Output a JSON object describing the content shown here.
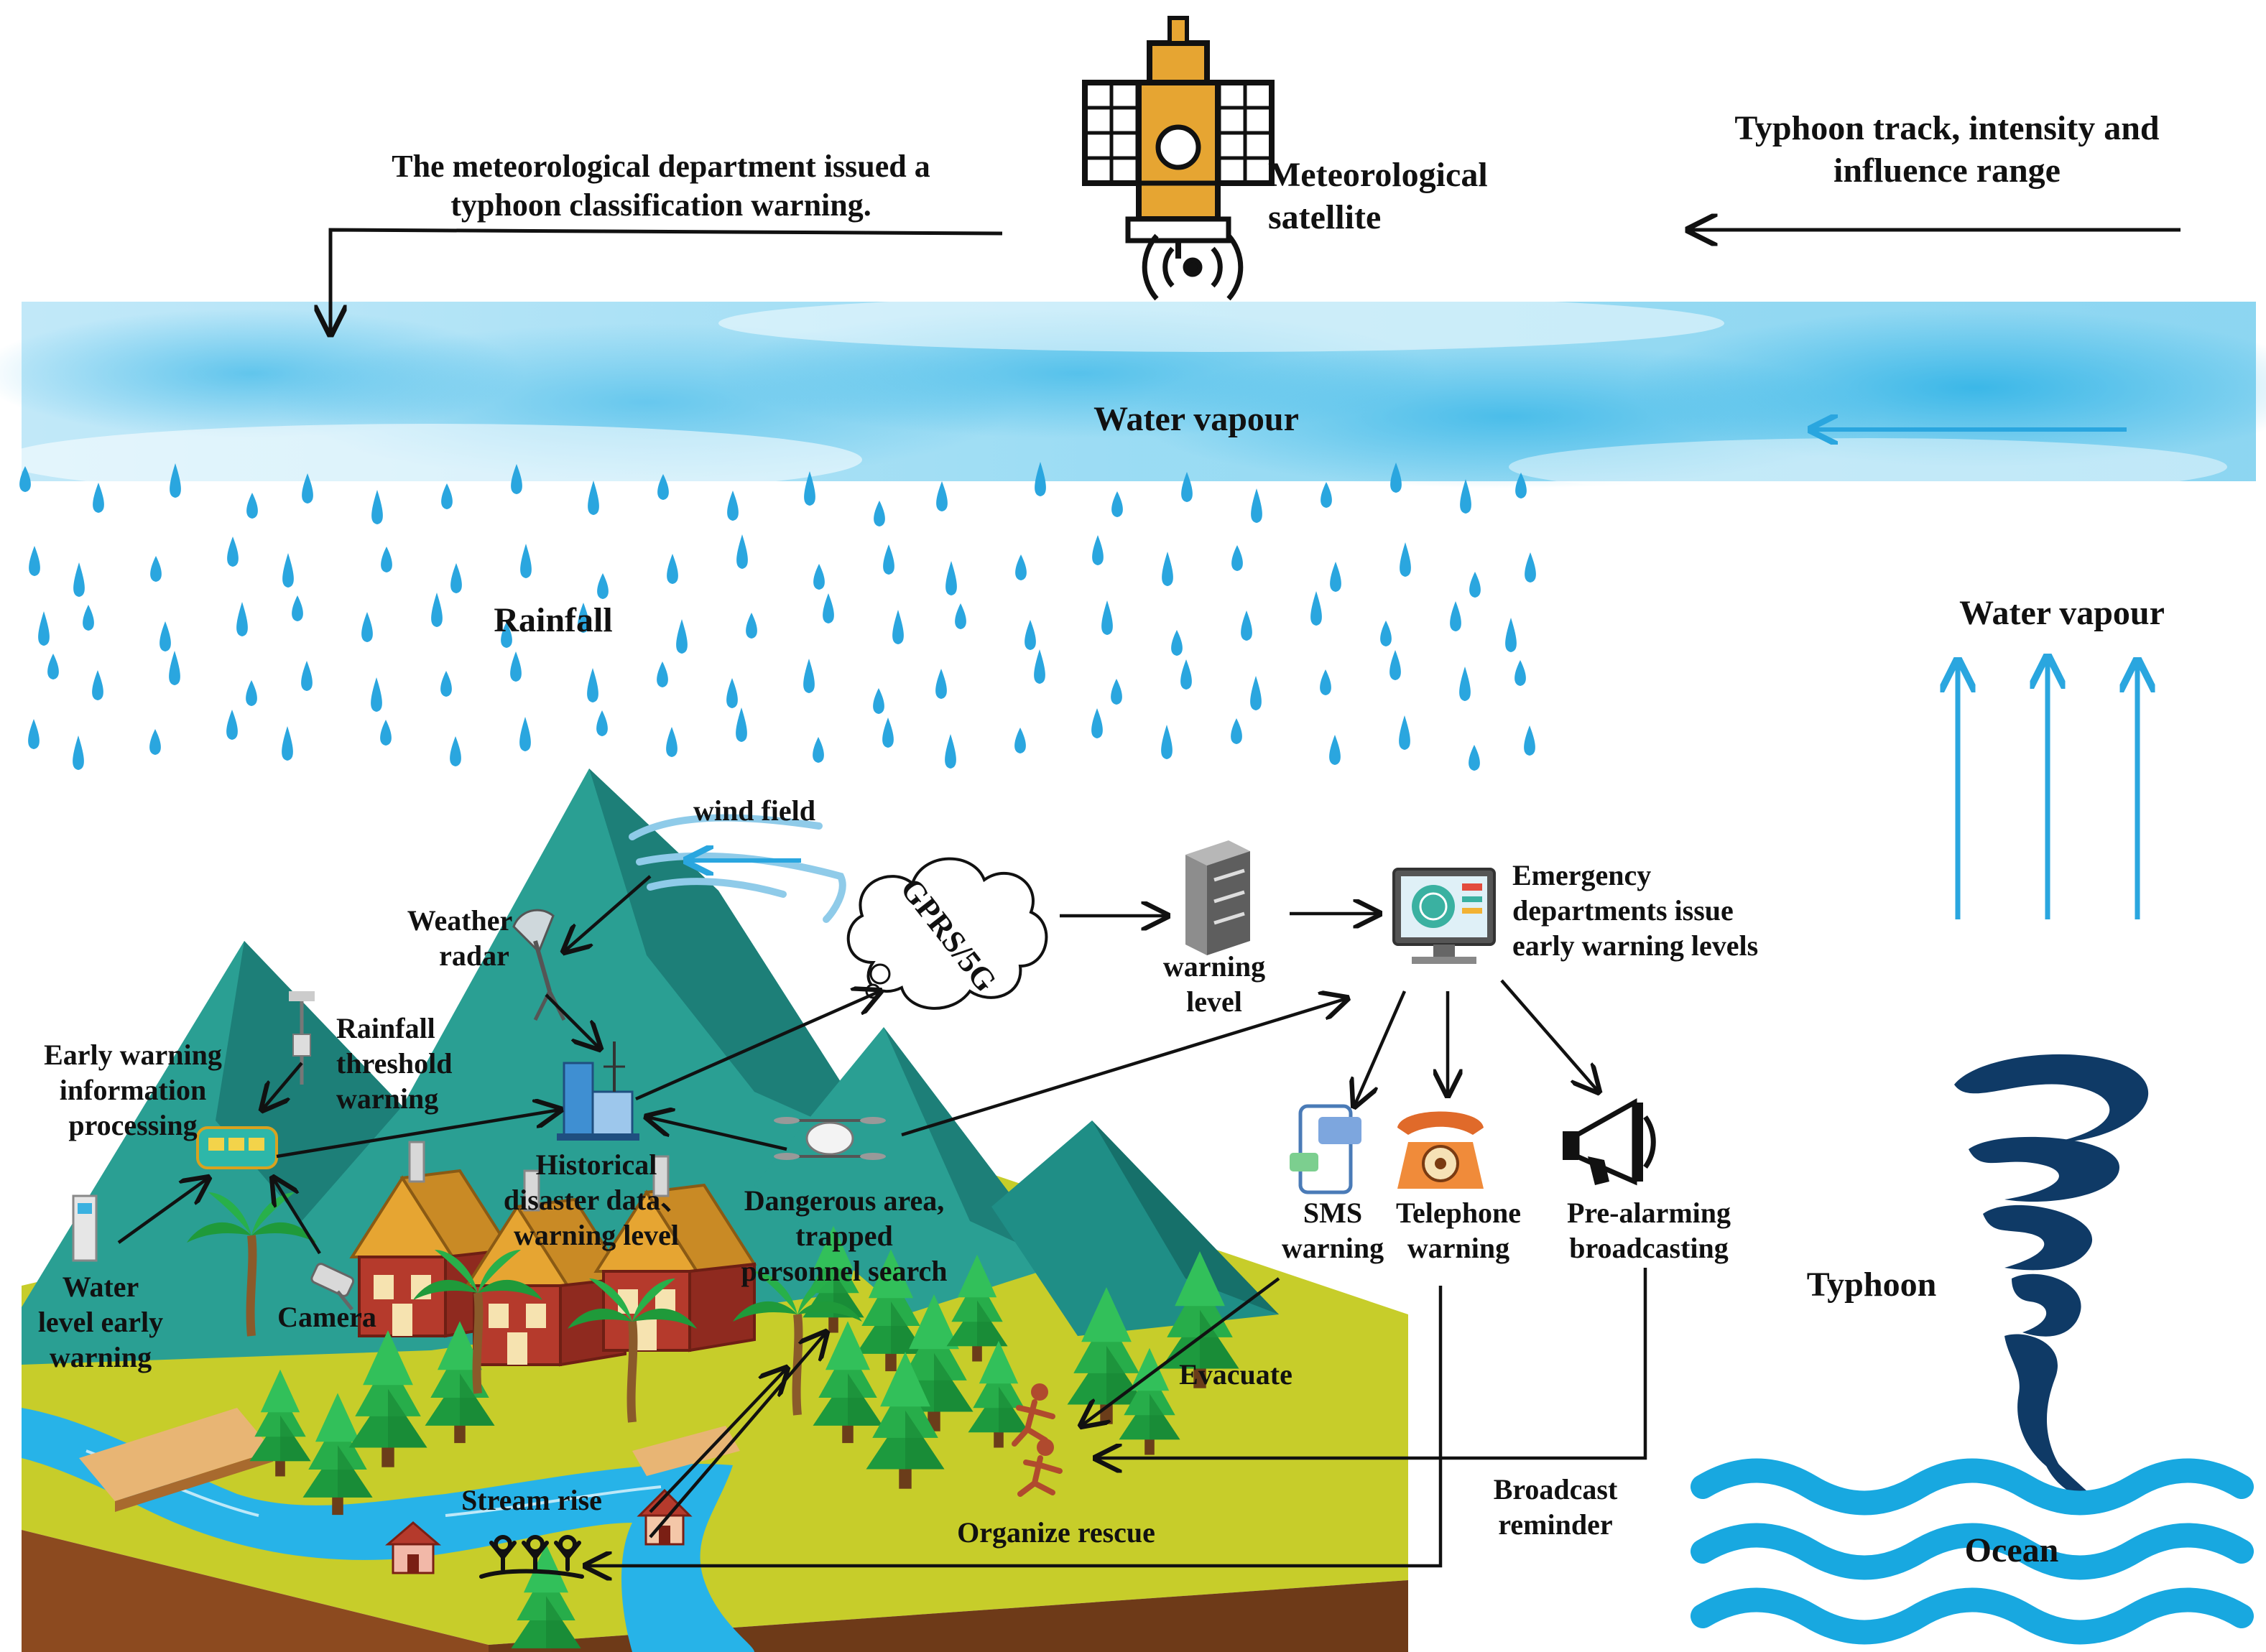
{
  "labels": {
    "met_warning_line1": "The meteorological department issued a",
    "met_warning_line2": "typhoon classification warning.",
    "satellite_line1": "Meteorological",
    "satellite_line2": "satellite",
    "typhoon_track_line1": "Typhoon track, intensity and",
    "typhoon_track_line2": "influence range",
    "water_vapour_top": "Water vapour",
    "rainfall": "Rainfall",
    "water_vapour_right": "Water vapour",
    "wind_field": "wind field",
    "gprs": "GPRS/5G",
    "weather_radar_line1": "Weather",
    "weather_radar_line2": "radar",
    "warning_level_line1": "warning",
    "warning_level_line2": "level",
    "emergency_line1": "Emergency",
    "emergency_line2": "departments issue",
    "emergency_line3": "early warning levels",
    "rainfall_threshold_line1": "Rainfall",
    "rainfall_threshold_line2": "threshold",
    "rainfall_threshold_line3": "warning",
    "early_info_line1": "Early warning",
    "early_info_line2": "information",
    "early_info_line3": "processing",
    "historical_line1": "Historical",
    "historical_line2": "disaster data、",
    "historical_line3": "warning level",
    "dangerous_line1": "Dangerous area,",
    "dangerous_line2": "trapped",
    "dangerous_line3": "personnel search",
    "sms_line1": "SMS",
    "sms_line2": "warning",
    "telephone_line1": "Telephone",
    "telephone_line2": "warning",
    "prealarm_line1": "Pre-alarming",
    "prealarm_line2": "broadcasting",
    "water_level_line1": "Water",
    "water_level_line2": "level early",
    "water_level_line3": "warning",
    "camera": "Camera",
    "evacuate": "Evacuate",
    "typhoon": "Typhoon",
    "broadcast_line1": "Broadcast",
    "broadcast_line2": "reminder",
    "stream_rise": "Stream rise",
    "organize_rescue": "Organize rescue",
    "ocean": "Ocean"
  },
  "colors": {
    "sky_blue": "#39b6e6",
    "rain_blue": "#2aa6df",
    "mountain": "#2a9f93",
    "mountain_dark": "#1d7f78",
    "grass": "#c8cf2a",
    "river": "#27b3e8",
    "tree": "#1d9a3e",
    "roof": "#e6a532",
    "house_wall": "#b53a2c",
    "typhoon_navy": "#0f3a66",
    "ocean_blue": "#18a8e0"
  }
}
